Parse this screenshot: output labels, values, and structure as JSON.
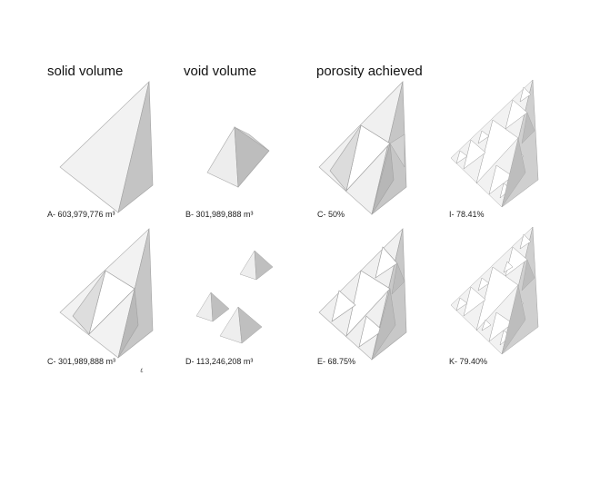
{
  "headers": {
    "solid": "solid volume",
    "void": "void volume",
    "porosity": "porosity achieved"
  },
  "captions": {
    "a": "A- 603,979,776 m³",
    "b": "B- 301,989,888 m³",
    "c1": "C- 50%",
    "i": "I-  78.41%",
    "c2": "C- 301,989,888 m³",
    "d": "D- 113,246,208 m³",
    "e": "E- 68.75%",
    "k": "K- 79.40%"
  },
  "tick_mark": "٤",
  "colors": {
    "face_light": "#f1f1f1",
    "face_mid": "#d9d9d9",
    "face_dark": "#b8b8b8",
    "edge": "#9a9a9a"
  }
}
